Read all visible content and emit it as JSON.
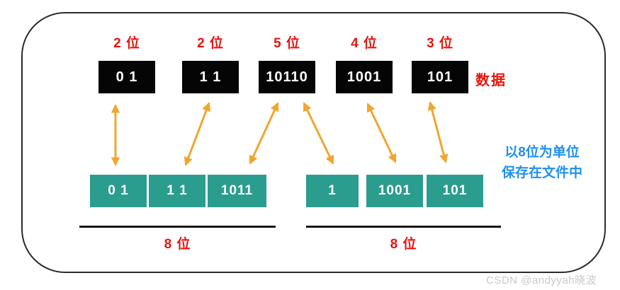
{
  "diagram": {
    "data_label": "数据",
    "items": [
      {
        "bits": "2 位",
        "value": "0 1"
      },
      {
        "bits": "2 位",
        "value": "1 1"
      },
      {
        "bits": "5 位",
        "value": "10110"
      },
      {
        "bits": "4 位",
        "value": "1001"
      },
      {
        "bits": "3 位",
        "value": "101"
      }
    ],
    "units": [
      {
        "cells": [
          "0 1",
          "1 1",
          "1011"
        ],
        "label": "8 位"
      },
      {
        "cells": [
          "1",
          "1001",
          "101"
        ],
        "label": "8 位"
      }
    ],
    "note": {
      "line1": "以8位为单位",
      "line2": "保存在文件中"
    },
    "watermark": "CSDN @andyyah晓波",
    "colors": {
      "red_label": "#e8140e",
      "teal_box": "#2a9d8f",
      "black_box": "#050505",
      "arrow_orange": "#f0a62e",
      "note_blue": "#2090f0",
      "frame_border": "#2b2b2b",
      "watermark_gray": "#c9c9c9"
    }
  }
}
